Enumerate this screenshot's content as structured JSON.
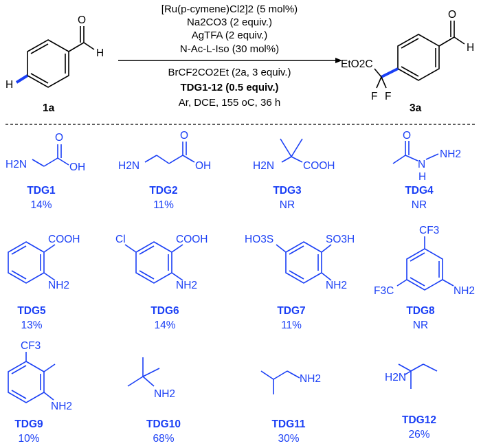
{
  "reaction": {
    "conditions": [
      "[Ru(p-cymene)Cl2]2 (5 mol%)",
      "Na2CO3 (2 equiv.)",
      "AgTFA (2 equiv.)",
      "N-Ac-L-Iso (30 mol%)",
      "BrCF2CO2Et (2a, 3 equiv.)",
      "TDG1-12 (0.5 equiv.)",
      "Ar, DCE, 155 oC, 36 h"
    ],
    "starting_material": {
      "label": "1a",
      "atoms": [
        "O",
        "H",
        "H"
      ]
    },
    "product": {
      "label": "3a",
      "atoms": [
        "O",
        "H",
        "EtO2C",
        "F",
        "F"
      ]
    }
  },
  "tdgs": [
    {
      "label": "TDG1",
      "yield": "14%",
      "groups": [
        "H2N",
        "O",
        "OH"
      ]
    },
    {
      "label": "TDG2",
      "yield": "11%",
      "groups": [
        "H2N",
        "O",
        "OH"
      ]
    },
    {
      "label": "TDG3",
      "yield": "NR",
      "groups": [
        "H2N",
        "COOH"
      ]
    },
    {
      "label": "TDG4",
      "yield": "NR",
      "groups": [
        "O",
        "N",
        "H",
        "NH2"
      ]
    },
    {
      "label": "TDG5",
      "yield": "13%",
      "groups": [
        "COOH",
        "NH2"
      ]
    },
    {
      "label": "TDG6",
      "yield": "14%",
      "groups": [
        "Cl",
        "COOH",
        "NH2"
      ]
    },
    {
      "label": "TDG7",
      "yield": "11%",
      "groups": [
        "HO3S",
        "SO3H",
        "NH2"
      ]
    },
    {
      "label": "TDG8",
      "yield": "NR",
      "groups": [
        "CF3",
        "F3C",
        "NH2"
      ]
    },
    {
      "label": "TDG9",
      "yield": "10%",
      "groups": [
        "CF3",
        "NH2"
      ]
    },
    {
      "label": "TDG10",
      "yield": "68%",
      "groups": [
        "NH2"
      ]
    },
    {
      "label": "TDG11",
      "yield": "30%",
      "groups": [
        "NH2"
      ]
    },
    {
      "label": "TDG12",
      "yield": "26%",
      "groups": [
        "H2N"
      ]
    }
  ],
  "colors": {
    "blue": "#1a3ff5",
    "black": "#000000"
  }
}
